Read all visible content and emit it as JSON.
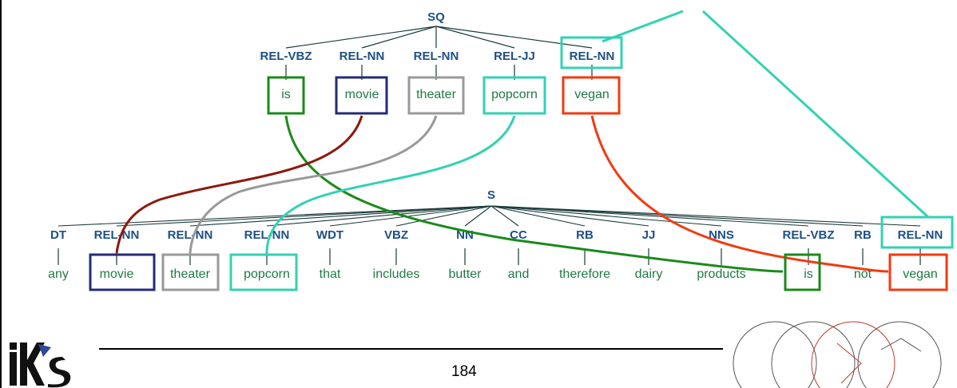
{
  "tree_top": {
    "root": "SQ",
    "tags": [
      "REL-VBZ",
      "REL-NN",
      "REL-NN",
      "REL-JJ",
      "REL-NN"
    ],
    "words": [
      "is",
      "movie",
      "theater",
      "popcorn",
      "vegan"
    ]
  },
  "tree_bottom": {
    "root": "S",
    "tags": [
      "DT",
      "REL-NN",
      "REL-NN",
      "REL-NN",
      "WDT",
      "VBZ",
      "NN",
      "CC",
      "RB",
      "JJ",
      "NNS",
      "REL-VBZ",
      "RB",
      "REL-NN"
    ],
    "words": [
      "any",
      "movie",
      "theater",
      "popcorn",
      "that",
      "includes",
      "butter",
      "and",
      "therefore",
      "dairy",
      "products",
      "is",
      "not",
      "vegan"
    ]
  },
  "colors": {
    "is": "#1a8a1a",
    "movie": "#262a7a",
    "theater": "#999999",
    "popcorn": "#33d1b1",
    "vegan": "#f23a12",
    "movie_link": "#8b1a0c",
    "rel_nn_box": "#33d1b1",
    "tree_line": "#1a3a3a",
    "tag_text": "#1d4f86",
    "word_text": "#1f7a45"
  },
  "footer": {
    "page_number": "184",
    "logo_text": "IKS"
  }
}
